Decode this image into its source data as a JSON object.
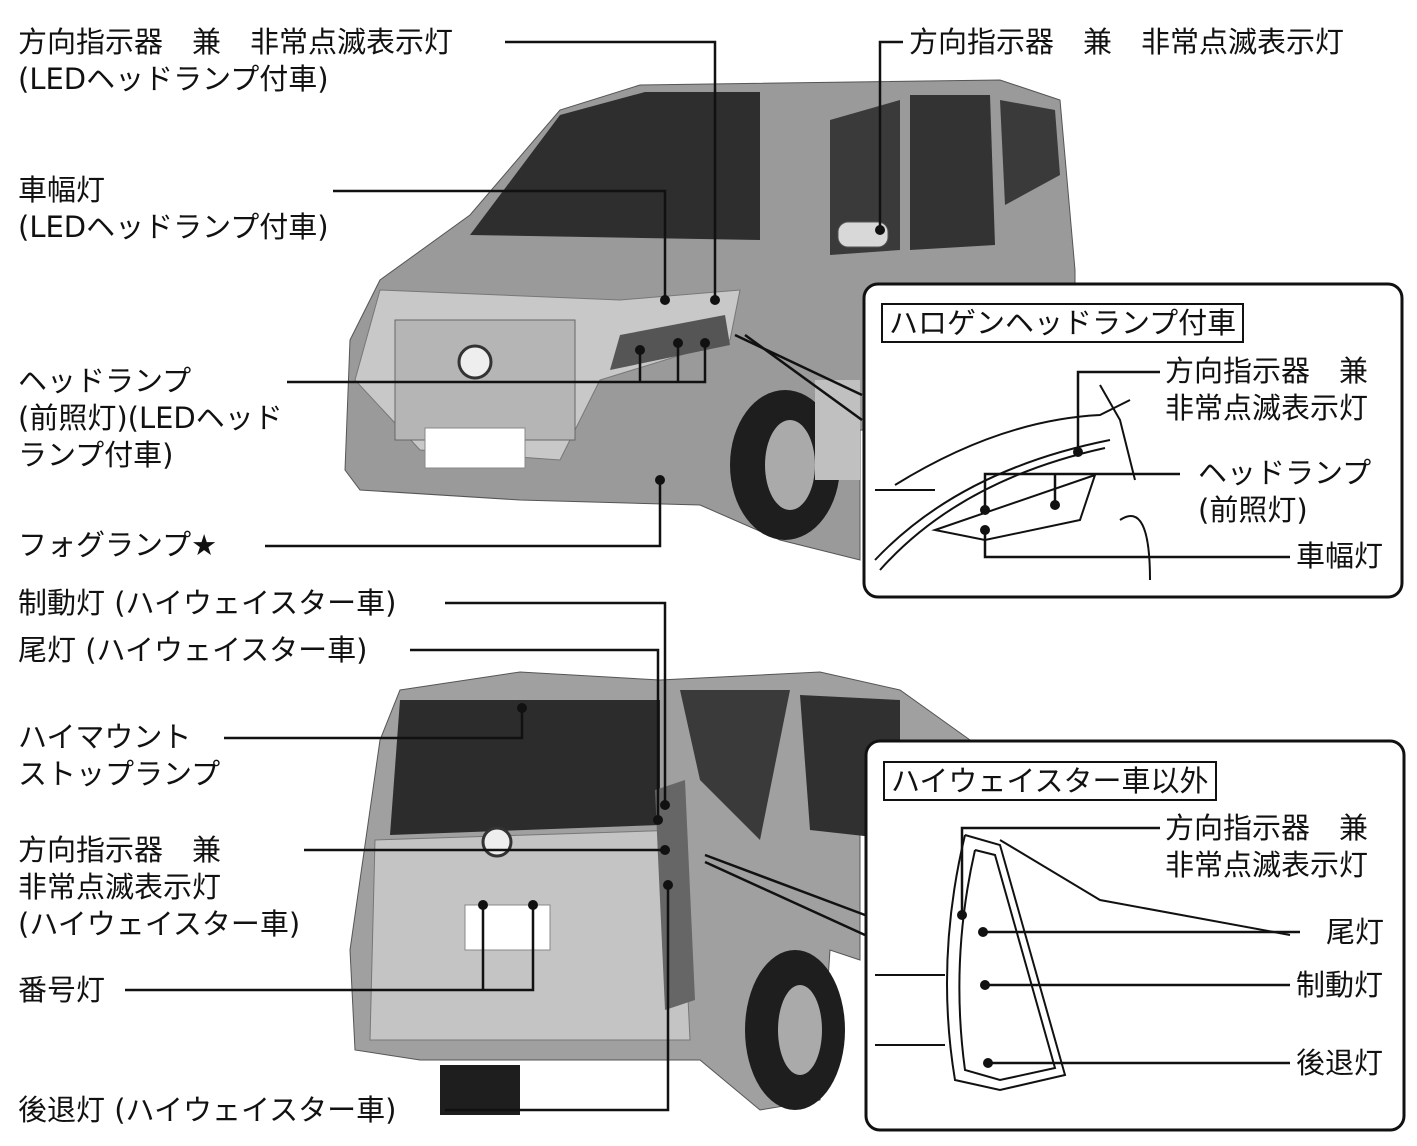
{
  "front": {
    "turn_signal_led": {
      "line1": "方向指示器　兼　非常点滅表示灯",
      "line2": "(LEDヘッドランプ付車)"
    },
    "turn_signal_mirror": "方向指示器　兼　非常点滅表示灯",
    "clearance_led": {
      "line1": "車幅灯",
      "line2": "(LEDヘッドランプ付車)"
    },
    "headlamp_led": {
      "line1": "ヘッドランプ",
      "line2": "(前照灯)(LEDヘッド",
      "line3": "ランプ付車)"
    },
    "fog": "フォグランプ★",
    "inset": {
      "title": "ハロゲンヘッドランプ付車",
      "turn_line1": "方向指示器　兼",
      "turn_line2": "非常点滅表示灯",
      "head_line1": "ヘッドランプ",
      "head_line2": "(前照灯)",
      "clearance": "車幅灯"
    }
  },
  "rear": {
    "brake_hw": "制動灯 (ハイウェイスター車)",
    "tail_hw": "尾灯 (ハイウェイスター車)",
    "high_mount": {
      "line1": "ハイマウント",
      "line2": "ストップランプ"
    },
    "turn_hw": {
      "line1": "方向指示器　兼",
      "line2": "非常点滅表示灯",
      "line3": "(ハイウェイスター車)"
    },
    "license": "番号灯",
    "reverse_hw": "後退灯 (ハイウェイスター車)",
    "inset": {
      "title": "ハイウェイスター車以外",
      "turn_line1": "方向指示器　兼",
      "turn_line2": "非常点滅表示灯",
      "tail": "尾灯",
      "brake": "制動灯",
      "reverse": "後退灯"
    }
  }
}
